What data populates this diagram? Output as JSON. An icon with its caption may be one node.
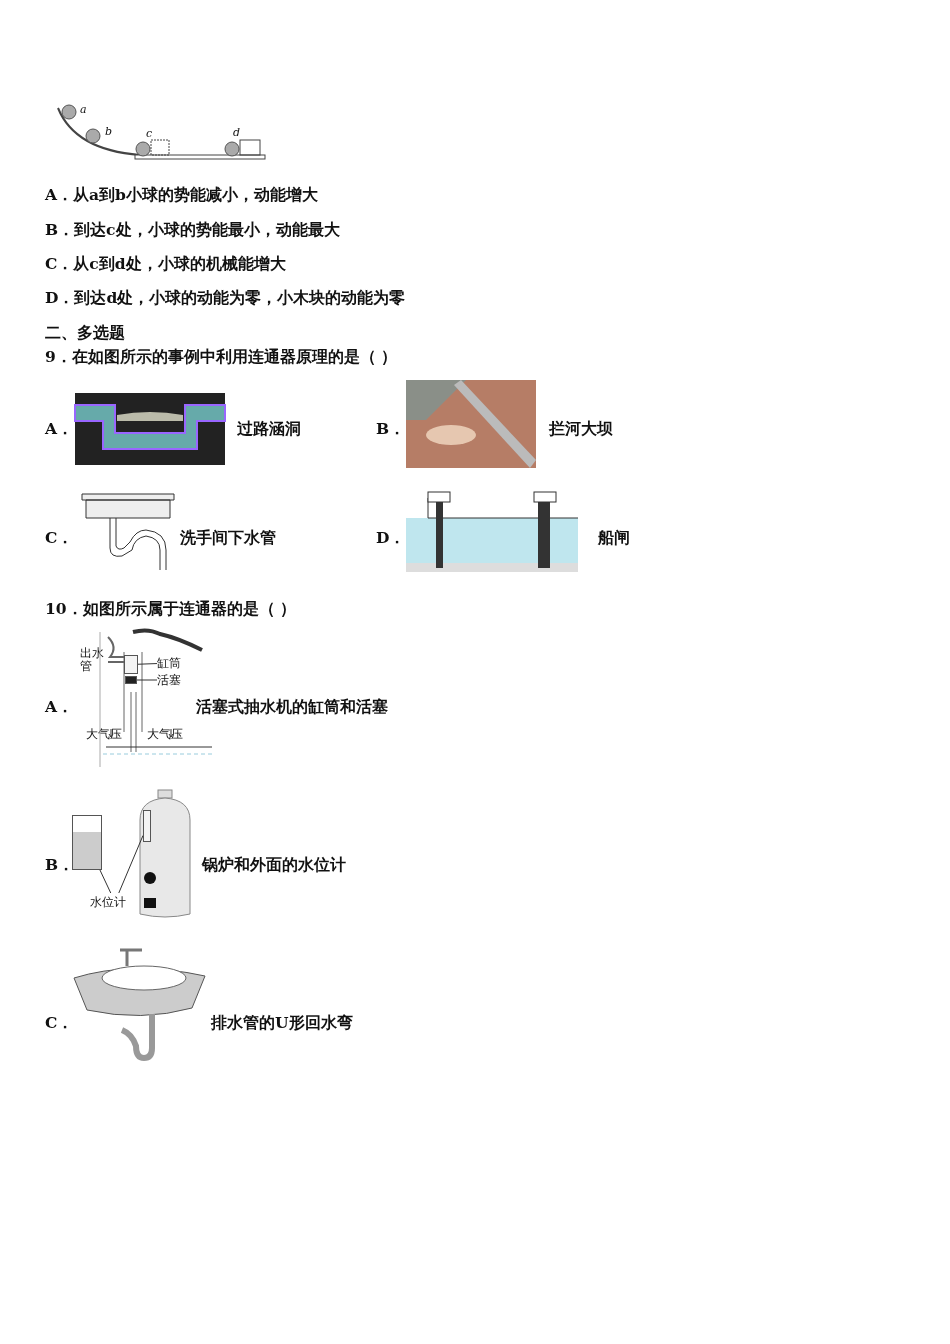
{
  "diagram": {
    "nodes": [
      {
        "text": [
          "水位计"
        ]
      },
      {
        "text": [],
        "shape": "box"
      },
      {
        "text": [],
        "shape": "box"
      },
      {
        "text": [
          "缸筒"
        ]
      },
      {
        "text": [],
        "shape": "box"
      },
      {
        "text": [
          "活塞"
        ]
      },
      {
        "text": [],
        "shape": "box"
      }
    ],
    "edges": [
      {
        "from": 0,
        "to": 1,
        "arrow": "none"
      },
      {
        "from": 0,
        "to": 2,
        "arrow": "none"
      },
      {
        "from": 3,
        "to": 4,
        "arrow": "none"
      },
      {
        "from": 5,
        "to": 6,
        "arrow": "none"
      }
    ],
    "labels": [
      "a",
      "b",
      "c",
      "d",
      "A．从a到b小球的势能减小，动能增大",
      "B．到达c处，小球的势能最小，动能最大",
      "C．从c到d处，小球的机械能增大",
      "D．到达d处，小球的动能为零，小木块的动能为零",
      "二、多选题",
      "9．在如图所示的事例中利用连通器原理的是（ ）",
      "A．",
      "过路涵洞",
      "B．",
      "拦河大坝",
      "C．",
      "洗手间下水管",
      "D．",
      "船闸",
      "10．如图所示属于连通器的是（ ）",
      "出水管",
      "A．",
      "活塞式抽水机的缸筒和活塞",
      "大气压",
      "大气压",
      "B．",
      "锅炉和外面的水位计",
      "C．",
      "排水管的U形回水弯"
    ]
  }
}
